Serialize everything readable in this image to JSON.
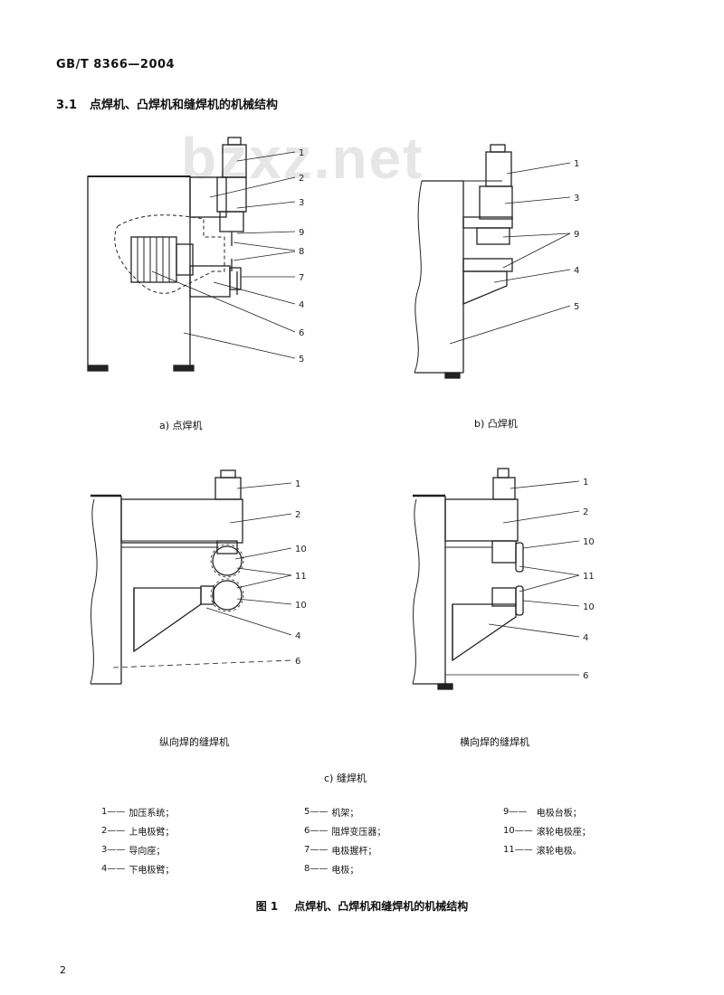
{
  "header": {
    "standard_code": "GB/T 8366—2004"
  },
  "section": {
    "number": "3.1",
    "title": "点焊机、凸焊机和缝焊机的机械结构"
  },
  "watermark": {
    "text": "bzxz.net"
  },
  "figures": {
    "a": {
      "caption": "a)  点焊机",
      "callouts": [
        "1",
        "2",
        "3",
        "9",
        "8",
        "7",
        "4",
        "6",
        "5"
      ]
    },
    "b": {
      "caption": "b)  凸焊机",
      "callouts": [
        "1",
        "3",
        "9",
        "4",
        "5"
      ]
    },
    "c_left": {
      "caption": "纵向焊的缝焊机",
      "callouts": [
        "1",
        "2",
        "10",
        "11",
        "10",
        "4",
        "6"
      ]
    },
    "c_right": {
      "caption": "横向焊的缝焊机",
      "callouts": [
        "1",
        "2",
        "10",
        "11",
        "10",
        "4",
        "6"
      ]
    },
    "c": {
      "caption": "c)  缝焊机"
    }
  },
  "legend": {
    "col1": [
      {
        "num": "1——",
        "text": "加压系统；"
      },
      {
        "num": "2——",
        "text": "上电极臂；"
      },
      {
        "num": "3——",
        "text": "导向座；"
      },
      {
        "num": "4——",
        "text": "下电极臂；"
      }
    ],
    "col2": [
      {
        "num": "5——",
        "text": "机架；"
      },
      {
        "num": "6——",
        "text": "阻焊变压器；"
      },
      {
        "num": "7——",
        "text": "电极握杆；"
      },
      {
        "num": "8——",
        "text": "电极；"
      }
    ],
    "col3": [
      {
        "num": "9——",
        "text": "电极台板；"
      },
      {
        "num": "10——",
        "text": "滚轮电极座；"
      },
      {
        "num": "11——",
        "text": "滚轮电极。"
      }
    ]
  },
  "figure_title": {
    "label": "图 1",
    "text": "点焊机、凸焊机和缝焊机的机械结构"
  },
  "footer": {
    "page_number": "2"
  }
}
